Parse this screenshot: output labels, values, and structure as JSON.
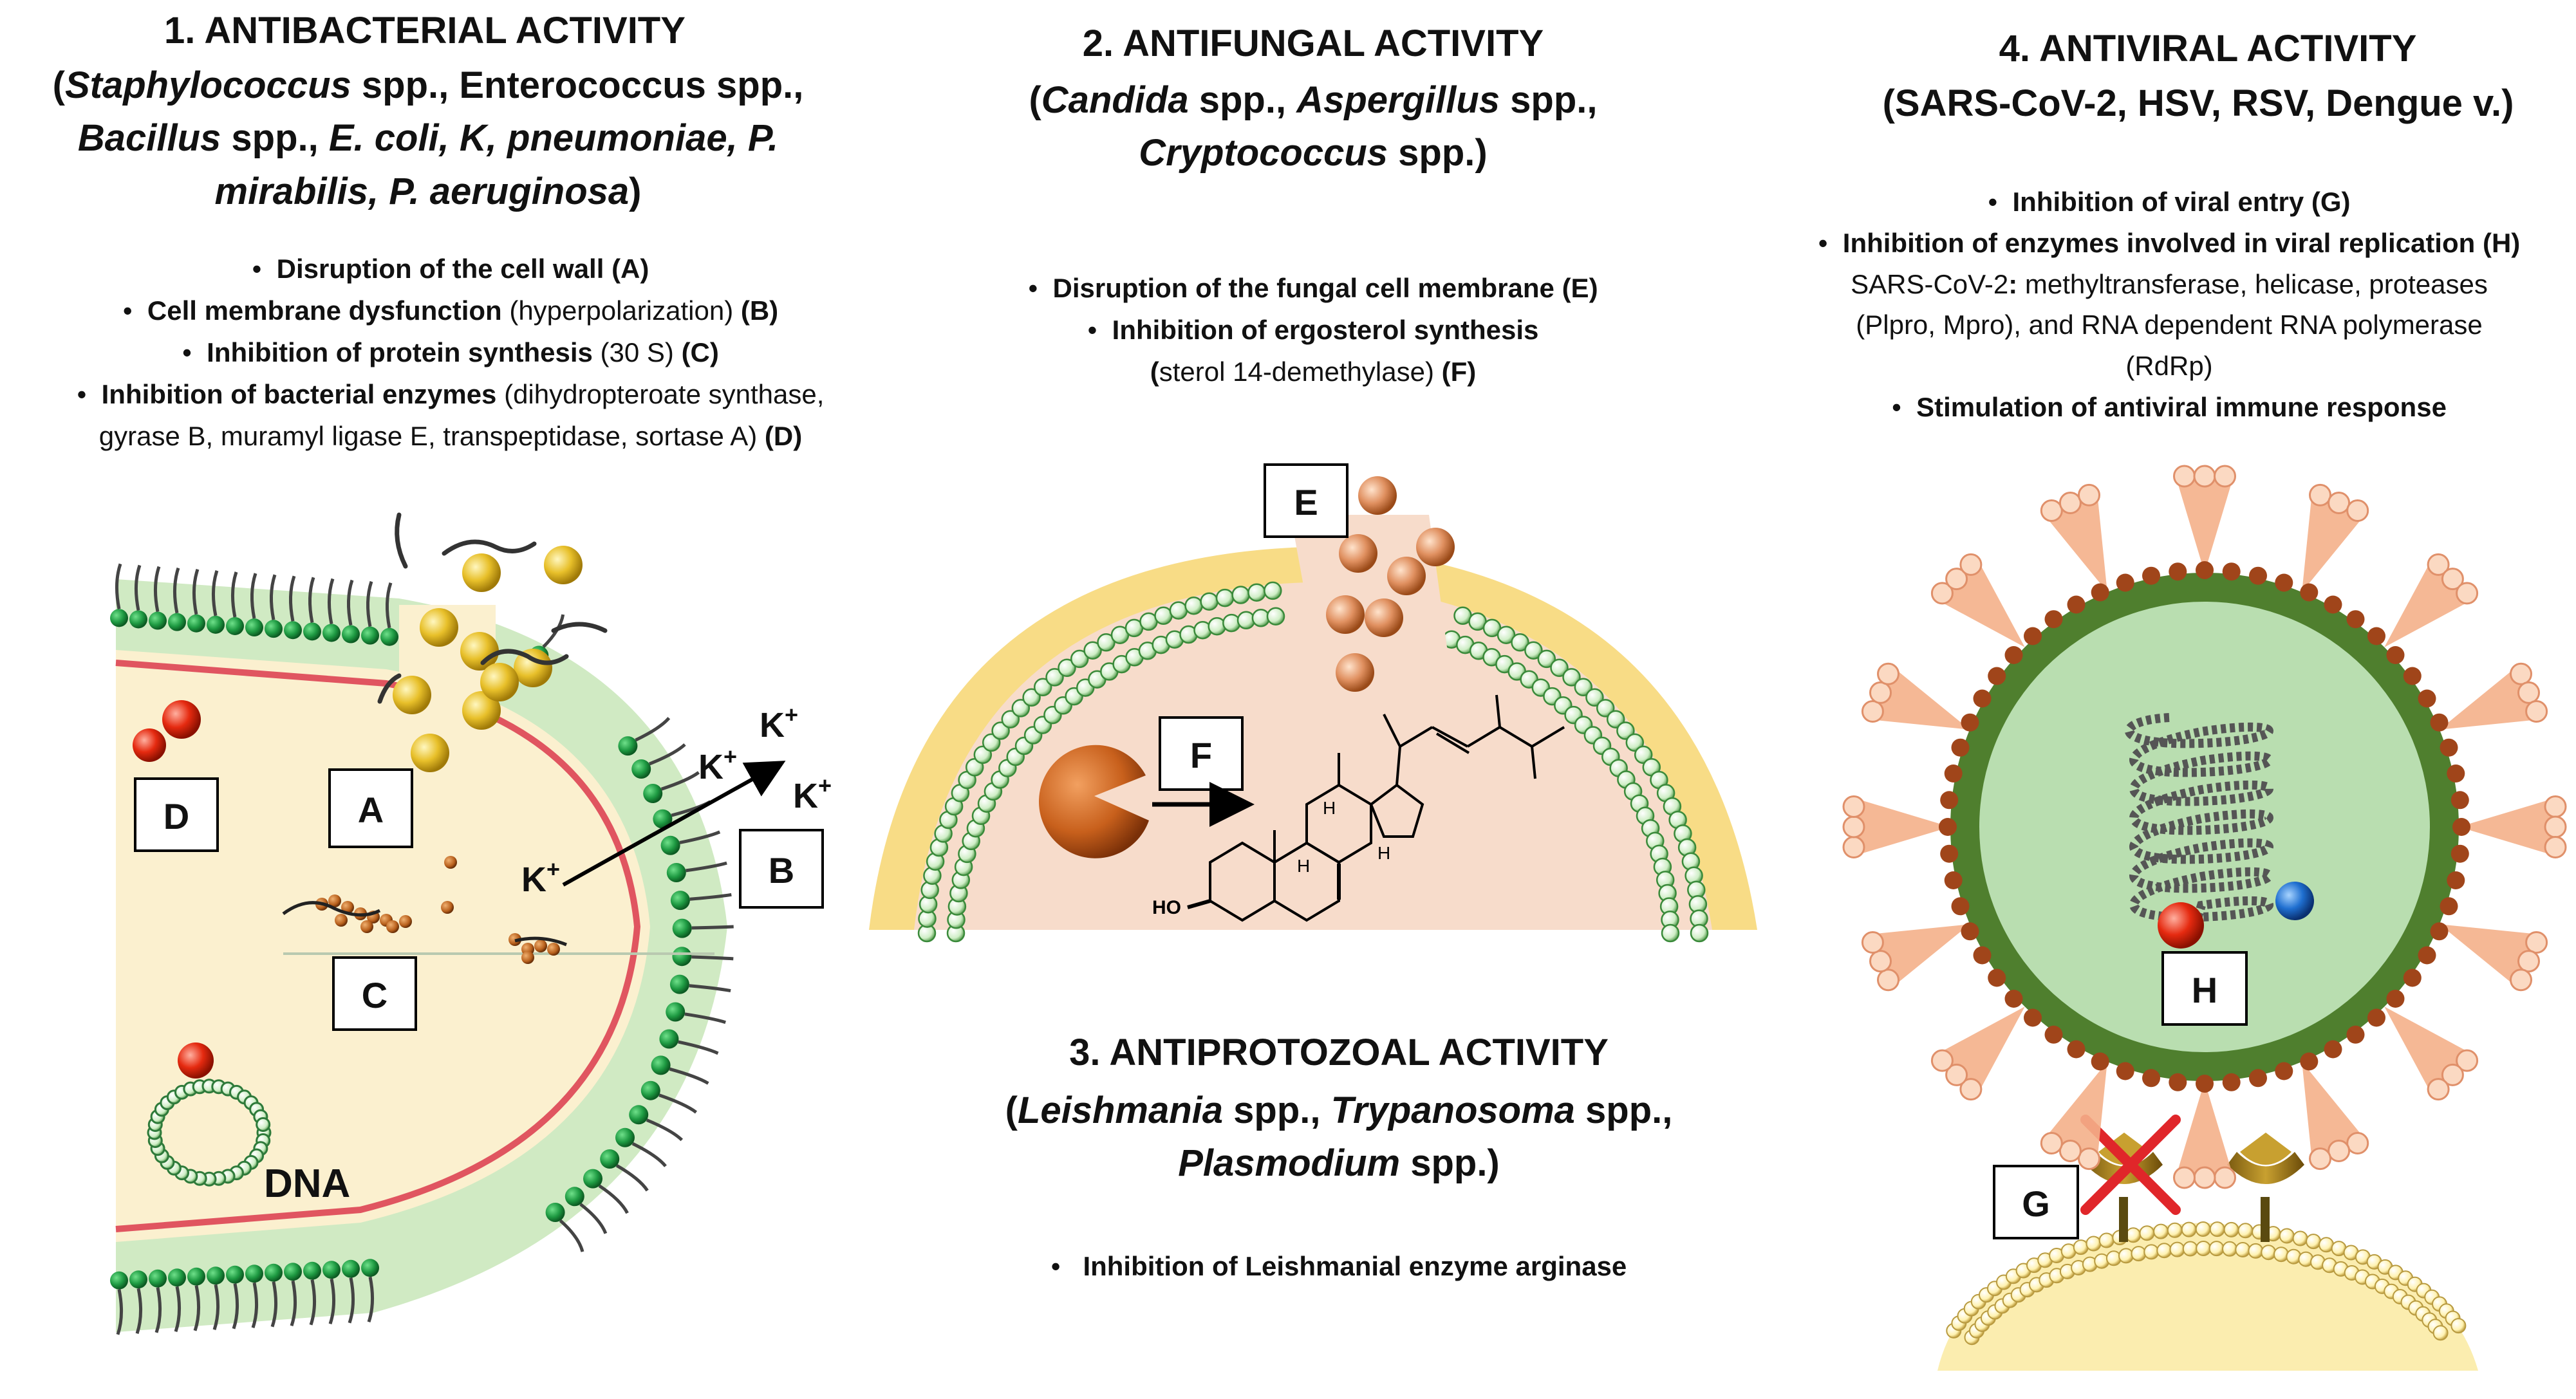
{
  "sections": {
    "antibacterial": {
      "title": "1.    ANTIBACTERIAL ACTIVITY",
      "subtitle": [
        "(",
        "Staphylococcus",
        " spp., Enterococcus spp.,",
        "Bacillus",
        " spp.,  ",
        "E. coli, K, pneumoniae, P.",
        "mirabilis, P. aeruginosa",
        ")"
      ],
      "bullets": [
        {
          "b": "Disruption of the cell wall",
          "n": "",
          "tag": "(A)"
        },
        {
          "b": "Cell membrane dysfunction",
          "n": " (hyperpolarization) ",
          "tag": "(B)"
        },
        {
          "b": "Inhibition of protein synthesis",
          "n": " (30 S) ",
          "tag": "(C)"
        },
        {
          "b": "Inhibition of bacterial enzymes",
          "n": "  (dihydropteroate synthase,",
          "tag": ""
        }
      ],
      "bullet_cont": "gyrase B, muramyl ligase E,  transpeptidase, sortase A) ",
      "bullet_cont_tag": "(D)",
      "labels": {
        "A": "A",
        "B": "B",
        "C": "C",
        "D": "D",
        "dna": "DNA",
        "k": "K+"
      }
    },
    "antifungal": {
      "title": "2. ANTIFUNGAL ACTIVITY",
      "sub1": [
        "(",
        "Candida",
        " spp., ",
        "Aspergillus",
        " spp.,"
      ],
      "sub2": [
        "Cryptococcus",
        " spp.)"
      ],
      "bullet1": "Disruption of the fungal cell membrane (E)",
      "bullet2": "Inhibition of ergosterol synthesis",
      "bullet2_cont_pre": "(",
      "bullet2_cont_mid": "sterol 14-demethylase) ",
      "bullet2_cont_tag": "(F)",
      "labels": {
        "E": "E",
        "F": "F",
        "ho": "HO",
        "h1": "H",
        "h2": "H",
        "h3": "H"
      }
    },
    "antiprotozoal": {
      "title": "3. ANTIPROTOZOAL ACTIVITY",
      "sub1": [
        "(",
        "Leishmania",
        " spp., ",
        "Trypanosoma",
        " spp.,"
      ],
      "sub2": [
        "Plasmodium",
        " spp.)"
      ],
      "bullet": "Inhibition of Leishmanial enzyme arginase"
    },
    "antiviral": {
      "title": "4. ANTIVIRAL ACTIVITY",
      "subtitle": "(SARS-CoV-2, HSV, RSV, Dengue v.)",
      "bullet1": "Inhibition of viral entry (G)",
      "bullet2": "Inhibition of enzymes involved in viral replication (H)",
      "detail_pre": "SARS-CoV-2",
      "detail_colon": ":",
      "detail_text1": " methyltransferase, helicase, proteases",
      "detail_text2": "(Plpro, Mpro), and RNA dependent RNA polymerase",
      "detail_text3": "(RdRp)",
      "bullet3": "Stimulation of antiviral immune response",
      "labels": {
        "G": "G",
        "H": "H"
      }
    }
  },
  "colors": {
    "membrane_green": "#1e8a3a",
    "membrane_light": "#8fd39a",
    "cell_fill": "#fbf0cf",
    "red_line": "#e05560",
    "gold": "#e8c02a",
    "copper": "#d98a50",
    "virus_dark": "#4a7a2a",
    "virus_inner": "#b9deb0",
    "spike": "#f4b08a",
    "spike_dark": "#a0451a"
  }
}
